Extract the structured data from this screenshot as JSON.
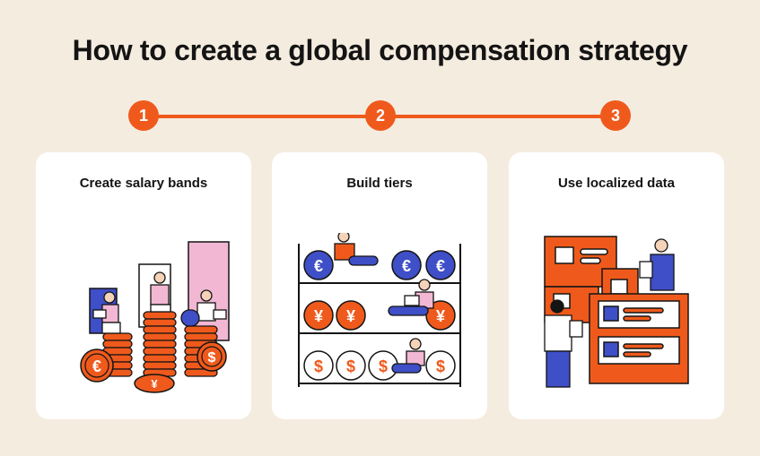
{
  "title": "How to create a global compensation strategy",
  "steps": [
    {
      "number": "1",
      "label": "Create salary bands"
    },
    {
      "number": "2",
      "label": "Build tiers"
    },
    {
      "number": "3",
      "label": "Use localized data"
    }
  ],
  "symbols": {
    "euro": "€",
    "yen": "¥",
    "dollar": "$"
  },
  "colors": {
    "background": "#f5ece0",
    "accent": "#ef5a1c",
    "blue": "#3f4fc7",
    "pink": "#f2b8d3",
    "card": "#ffffff"
  }
}
